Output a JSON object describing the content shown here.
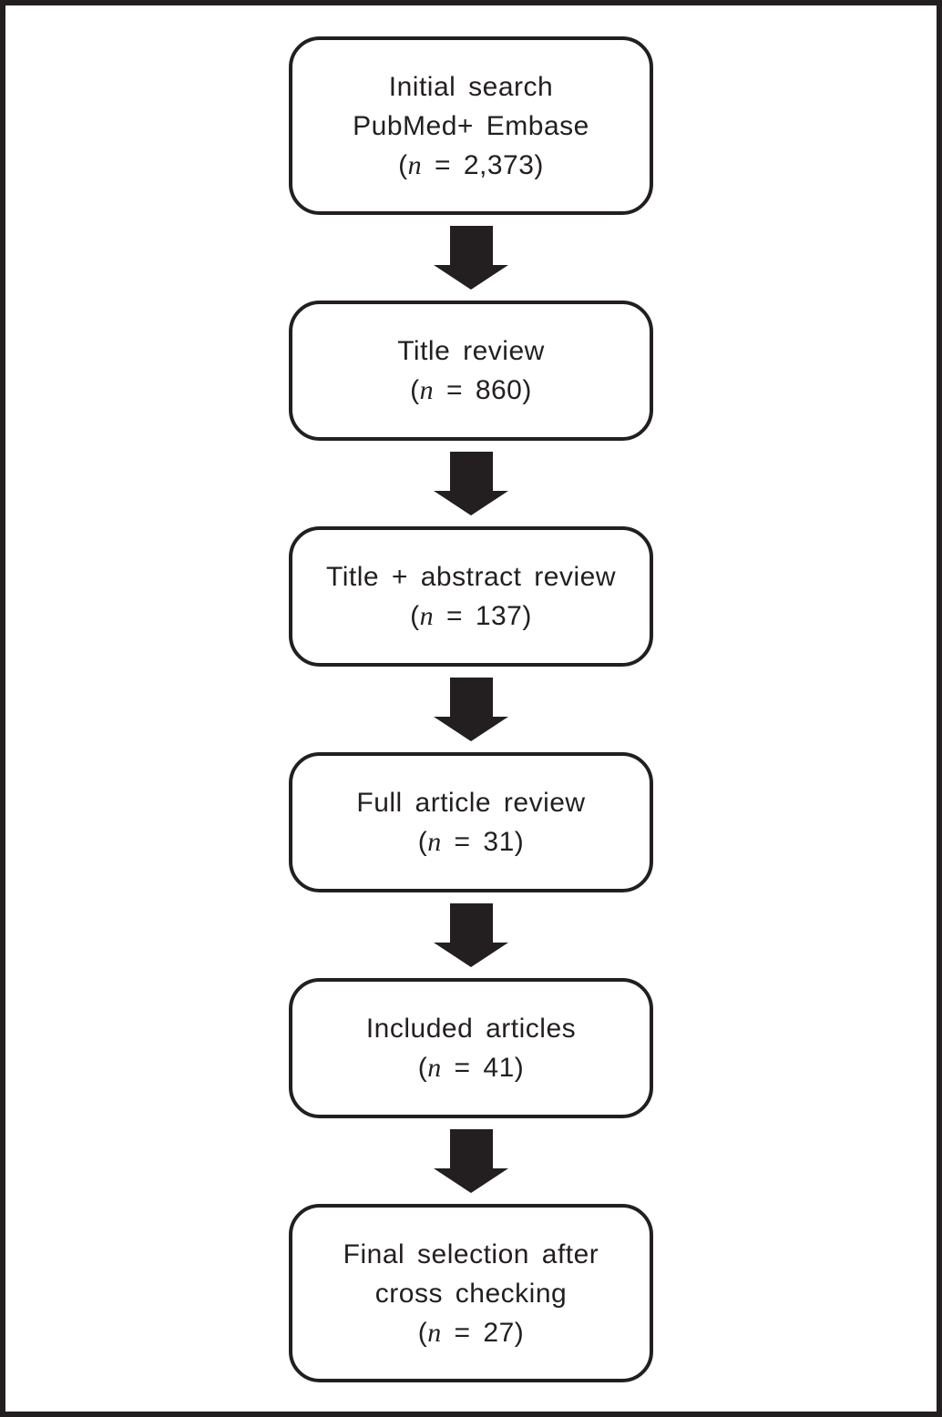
{
  "figure": {
    "type": "flowchart",
    "description": "Article selection flow diagram",
    "direction": "top-down",
    "ink_color": "#231f20",
    "background_color": "#ffffff"
  },
  "arrow": {
    "name": "down-block-arrow",
    "color": "#231f20",
    "count": 5
  },
  "boxes": [
    {
      "name": "initial-search",
      "lines": [
        "Initial search",
        "PubMed+ Embase"
      ],
      "count": {
        "open": "(",
        "var": "n",
        "eq": " = ",
        "value": "2,373",
        "close": ")"
      }
    },
    {
      "name": "title-review",
      "lines": [
        "Title review"
      ],
      "count": {
        "open": "(",
        "var": "n",
        "eq": " = ",
        "value": "860",
        "close": ")"
      }
    },
    {
      "name": "title-abstract-review",
      "lines": [
        "Title + abstract review"
      ],
      "count": {
        "open": "(",
        "var": "n",
        "eq": " = ",
        "value": "137",
        "close": ")"
      }
    },
    {
      "name": "full-article-review",
      "lines": [
        "Full article review"
      ],
      "count": {
        "open": "(",
        "var": "n",
        "eq": " = ",
        "value": "31",
        "close": ")"
      }
    },
    {
      "name": "included-articles",
      "lines": [
        "Included articles"
      ],
      "count": {
        "open": "(",
        "var": "n",
        "eq": " = ",
        "value": "41",
        "close": ")"
      }
    },
    {
      "name": "final-selection",
      "lines": [
        "Final selection after",
        "cross checking"
      ],
      "count": {
        "open": "(",
        "var": "n",
        "eq": " = ",
        "value": "27",
        "close": ")"
      }
    }
  ]
}
